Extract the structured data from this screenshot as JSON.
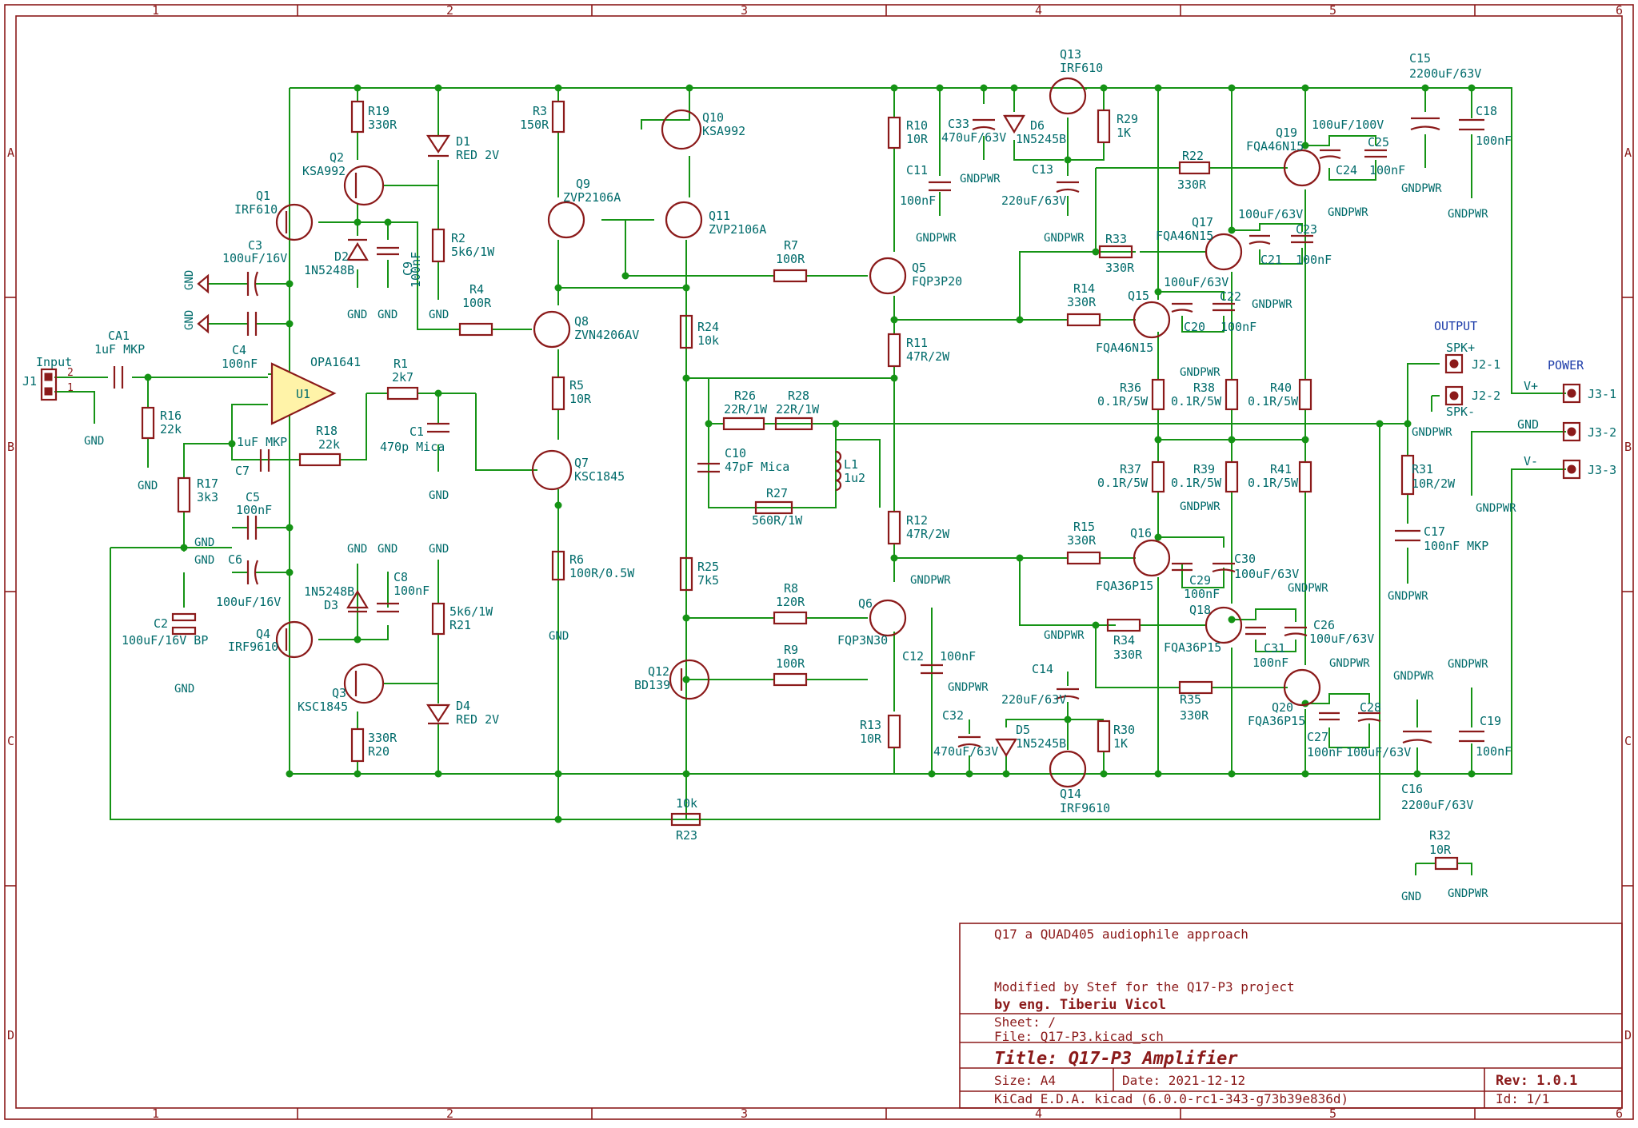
{
  "sheet": {
    "grid_cols": [
      "1",
      "2",
      "3",
      "4",
      "5",
      "6"
    ],
    "grid_rows": [
      "A",
      "B",
      "C",
      "D"
    ]
  },
  "colors": {
    "frame": "#8b1a1a",
    "wire": "#159315",
    "label": "#006b6b",
    "net": "#1a3aa8"
  },
  "nets": {
    "input": "Input",
    "output": "OUTPUT",
    "power": "POWER",
    "spk_plus": "SPK+",
    "spk_minus": "SPK-",
    "vplus": "V+",
    "gnd": "GND",
    "vminus": "V-"
  },
  "power_symbols": {
    "gnd": "GND",
    "gndpwr": "GNDPWR"
  },
  "connectors": {
    "j1": "J1",
    "j1_p2": "2",
    "j1_p1": "1",
    "j2_1": "J2-1",
    "j2_2": "J2-2",
    "j3_1": "J3-1",
    "j3_2": "J3-2",
    "j3_3": "J3-3"
  },
  "components": {
    "ca1": {
      "ref": "CA1",
      "val": "1uF MKP"
    },
    "r16": {
      "ref": "R16",
      "val": "22k"
    },
    "c3": {
      "ref": "C3",
      "val": "100uF/16V"
    },
    "c4": {
      "ref": "C4",
      "val": "100nF"
    },
    "u1": {
      "ref": "U1",
      "val": "OPA1641"
    },
    "r1": {
      "ref": "R1",
      "val": "2k7"
    },
    "c1": {
      "ref": "C1",
      "val": "470p Mica"
    },
    "r18": {
      "ref": "R18",
      "val": "22k"
    },
    "c7": {
      "ref": "C7",
      "val": "1uF MKP"
    },
    "r17": {
      "ref": "R17",
      "val": "3k3"
    },
    "c5": {
      "ref": "C5",
      "val": "100nF"
    },
    "c6": {
      "ref": "C6",
      "val": "100uF/16V"
    },
    "c2": {
      "ref": "C2",
      "val": "100uF/16V BP"
    },
    "q1": {
      "ref": "Q1",
      "val": "IRF610"
    },
    "q2": {
      "ref": "Q2",
      "val": "KSA992"
    },
    "r19": {
      "ref": "R19",
      "val": "330R"
    },
    "d1": {
      "ref": "D1",
      "val": "RED 2V"
    },
    "r2": {
      "ref": "R2",
      "val": "5k6/1W"
    },
    "d2": {
      "ref": "D2",
      "val": "1N5248B"
    },
    "c9": {
      "ref": "C9",
      "val": "100nF"
    },
    "r4": {
      "ref": "R4",
      "val": "100R"
    },
    "q4": {
      "ref": "Q4",
      "val": "IRF9610"
    },
    "q3": {
      "ref": "Q3",
      "val": "KSC1845"
    },
    "d3": {
      "ref": "D3",
      "val": "1N5248B"
    },
    "c8": {
      "ref": "C8",
      "val": "100nF"
    },
    "r21": {
      "ref": "R21",
      "val": "5k6/1W"
    },
    "d4": {
      "ref": "D4",
      "val": "RED 2V"
    },
    "r20": {
      "ref": "R20",
      "val": "330R"
    },
    "r3": {
      "ref": "R3",
      "val": "150R"
    },
    "q9": {
      "ref": "Q9",
      "val": "ZVP2106A"
    },
    "q10": {
      "ref": "Q10",
      "val": "KSA992"
    },
    "q11": {
      "ref": "Q11",
      "val": "ZVP2106A"
    },
    "q8": {
      "ref": "Q8",
      "val": "ZVN4206AV"
    },
    "r5": {
      "ref": "R5",
      "val": "10R"
    },
    "q7": {
      "ref": "Q7",
      "val": "KSC1845"
    },
    "r6": {
      "ref": "R6",
      "val": "100R/0.5W"
    },
    "r7": {
      "ref": "R7",
      "val": "100R"
    },
    "r24": {
      "ref": "R24",
      "val": "10k"
    },
    "r26": {
      "ref": "R26",
      "val": "22R/1W"
    },
    "r28": {
      "ref": "R28",
      "val": "22R/1W"
    },
    "c10": {
      "ref": "C10",
      "val": "47pF Mica"
    },
    "l1": {
      "ref": "L1",
      "val": "1u2"
    },
    "r27": {
      "ref": "R27",
      "val": "560R/1W"
    },
    "r25": {
      "ref": "R25",
      "val": "7k5"
    },
    "r8": {
      "ref": "R8",
      "val": "120R"
    },
    "r9": {
      "ref": "R9",
      "val": "100R"
    },
    "q12": {
      "ref": "Q12",
      "val": "BD139"
    },
    "r23": {
      "ref": "R23",
      "val": "10k"
    },
    "r10": {
      "ref": "R10",
      "val": "10R"
    },
    "c11": {
      "ref": "C11",
      "val": "100nF"
    },
    "q5": {
      "ref": "Q5",
      "val": "FQP3P20"
    },
    "r11": {
      "ref": "R11",
      "val": "47R/2W"
    },
    "r12": {
      "ref": "R12",
      "val": "47R/2W"
    },
    "q6": {
      "ref": "Q6",
      "val": "FQP3N30"
    },
    "c12": {
      "ref": "C12",
      "val": "100nF"
    },
    "r13": {
      "ref": "R13",
      "val": "10R"
    },
    "c33": {
      "ref": "C33",
      "val": "470uF/63V"
    },
    "d6": {
      "ref": "D6",
      "val": "1N5245B"
    },
    "q13": {
      "ref": "Q13",
      "val": "IRF610"
    },
    "r29": {
      "ref": "R29",
      "val": "1K"
    },
    "c13": {
      "ref": "C13",
      "val": "220uF/63V"
    },
    "c32": {
      "ref": "C32",
      "val": "470uF/63V"
    },
    "d5": {
      "ref": "D5",
      "val": "1N5245B"
    },
    "c14": {
      "ref": "C14",
      "val": "220uF/63V"
    },
    "q14": {
      "ref": "Q14",
      "val": "IRF9610"
    },
    "r30": {
      "ref": "R30",
      "val": "1K"
    },
    "r22": {
      "ref": "R22",
      "val": "330R"
    },
    "r33": {
      "ref": "R33",
      "val": "330R"
    },
    "r14": {
      "ref": "R14",
      "val": "330R"
    },
    "q19": {
      "ref": "Q19",
      "val": "FQA46N15"
    },
    "q17": {
      "ref": "Q17",
      "val": "FQA46N15"
    },
    "q15": {
      "ref": "Q15",
      "val": "FQA46N15"
    },
    "c24": {
      "ref": "C24",
      "val": "100uF/100V"
    },
    "c25": {
      "ref": "C25",
      "val": "100nF"
    },
    "c21": {
      "ref": "C21",
      "val": "100uF/63V"
    },
    "c23": {
      "ref": "C23",
      "val": "100nF"
    },
    "c20": {
      "ref": "C20",
      "val": "100uF/63V"
    },
    "c22": {
      "ref": "C22",
      "val": "100nF"
    },
    "r36": {
      "ref": "R36",
      "val": "0.1R/5W"
    },
    "r38": {
      "ref": "R38",
      "val": "0.1R/5W"
    },
    "r40": {
      "ref": "R40",
      "val": "0.1R/5W"
    },
    "r37": {
      "ref": "R37",
      "val": "0.1R/5W"
    },
    "r39": {
      "ref": "R39",
      "val": "0.1R/5W"
    },
    "r41": {
      "ref": "R41",
      "val": "0.1R/5W"
    },
    "r15": {
      "ref": "R15",
      "val": "330R"
    },
    "r34": {
      "ref": "R34",
      "val": "330R"
    },
    "r35": {
      "ref": "R35",
      "val": "330R"
    },
    "q16": {
      "ref": "Q16",
      "val": "FQA36P15"
    },
    "q18": {
      "ref": "Q18",
      "val": "FQA36P15"
    },
    "q20": {
      "ref": "Q20",
      "val": "FQA36P15"
    },
    "c29": {
      "ref": "C29",
      "val": "100nF"
    },
    "c30": {
      "ref": "C30",
      "val": "100uF/63V"
    },
    "c31": {
      "ref": "C31",
      "val": "100nF"
    },
    "c26": {
      "ref": "C26",
      "val": "100uF/63V"
    },
    "c27": {
      "ref": "C27",
      "val": "100nF"
    },
    "c28": {
      "ref": "C28",
      "val": "100uF/63V"
    },
    "c15": {
      "ref": "C15",
      "val": "2200uF/63V"
    },
    "c18": {
      "ref": "C18",
      "val": "100nF"
    },
    "c16": {
      "ref": "C16",
      "val": "2200uF/63V"
    },
    "c19": {
      "ref": "C19",
      "val": "100nF"
    },
    "r31": {
      "ref": "R31",
      "val": "10R/2W"
    },
    "c17": {
      "ref": "C17",
      "val": "100nF MKP"
    },
    "r32": {
      "ref": "R32",
      "val": "10R"
    }
  },
  "title_block": {
    "line1": "Q17 a QUAD405 audiophile approach",
    "line2": "Modified by Stef for the Q17-P3 project",
    "line3": "by eng. Tiberiu Vicol",
    "sheet": "Sheet: /",
    "file": "File: Q17-P3.kicad_sch",
    "title": "Title: Q17-P3 Amplifier",
    "size": "Size: A4",
    "date": "Date: 2021-12-12",
    "rev": "Rev: 1.0.1",
    "tool": "KiCad E.D.A.  kicad (6.0.0-rc1-343-g73b39e836d)",
    "id": "Id: 1/1"
  }
}
